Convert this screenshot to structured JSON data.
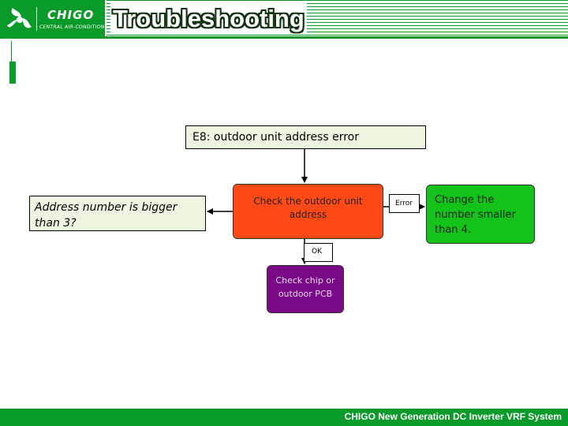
{
  "header": {
    "brand": "CHIGO",
    "brand_sub": "CENTRAL AIR-CONDITIONING",
    "title": "Troubleshooting",
    "logo_icon": "chigo-swirl-icon"
  },
  "diagram": {
    "title": "E8: outdoor unit address error",
    "condition": "Address number is bigger than 3?",
    "check_box": "Check the outdoor unit address",
    "error_label": "Error",
    "action_box": "Change the number smaller than 4.",
    "ok_label": "OK",
    "chip_box": "Check chip or outdoor PCB"
  },
  "footer": {
    "text": "CHIGO New Generation DC Inverter VRF System"
  },
  "colors": {
    "brand_green": "#0a9a2a",
    "check_fill": "#ff4a18",
    "action_fill": "#14c31a",
    "chip_fill": "#7a0a87",
    "label_fill": "#ecf5df"
  }
}
